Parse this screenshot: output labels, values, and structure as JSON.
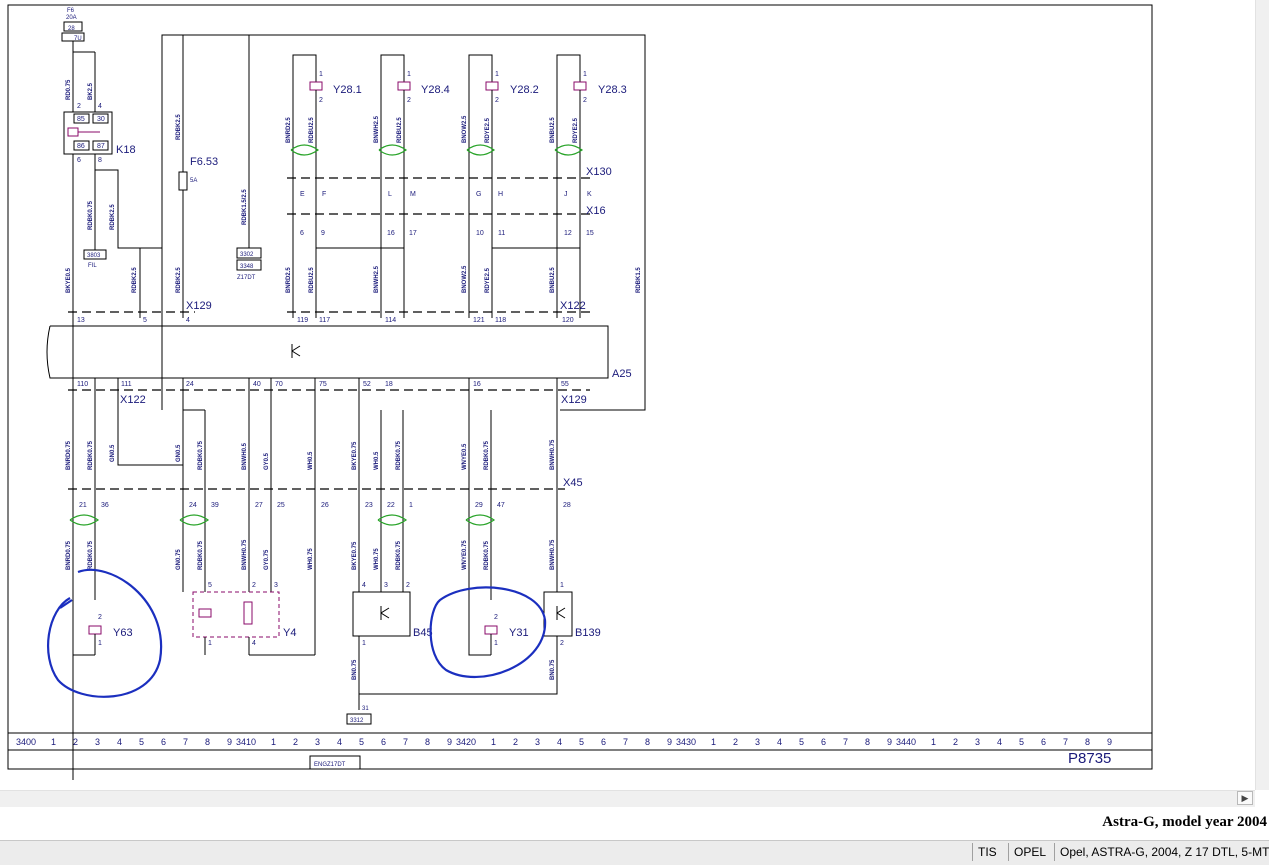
{
  "diagram": {
    "drawing_no": "P8735",
    "footer_ref": "ENGZ17DT",
    "fuse_top": {
      "name": "F6",
      "rating": "20A",
      "pin_a": "28",
      "pin_b": "7U"
    },
    "fuse_mid": {
      "name": "F6.53",
      "rating": "5A"
    },
    "relay": {
      "name": "K18",
      "pins": [
        "85",
        "30",
        "86",
        "87"
      ],
      "term_a": "2",
      "term_b": "4",
      "term_c": "6",
      "term_d": "8"
    },
    "ground_fil": {
      "code": "3803",
      "label": "FIL"
    },
    "ground_z": {
      "code_a": "3302",
      "code_b": "3348",
      "label": "Z17DT"
    },
    "ground_bottom": {
      "num": "31",
      "code": "3312"
    },
    "injectors": [
      "Y28.1",
      "Y28.4",
      "Y28.2",
      "Y28.3"
    ],
    "connectors": {
      "x130": "X130",
      "x16": "X16",
      "x129_top": "X129",
      "x122_top": "X122",
      "x122_bot": "X122",
      "x129_bot": "X129",
      "x45": "X45"
    },
    "ecu": "A25",
    "components": {
      "y63": "Y63",
      "y4": "Y4",
      "b45": "B45",
      "y31": "Y31",
      "b139": "B139"
    },
    "x130_pins": [
      "E",
      "F",
      "L",
      "M",
      "G",
      "H",
      "J",
      "K"
    ],
    "x16_pins": [
      "6",
      "9",
      "16",
      "17",
      "10",
      "11",
      "12",
      "15"
    ],
    "ecu_top_pins": [
      "13",
      "5",
      "4",
      "119",
      "117",
      "114",
      "121",
      "118",
      "120"
    ],
    "ecu_bottom_pins": [
      "110",
      "111",
      "24",
      "40",
      "70",
      "75",
      "52",
      "18",
      "16",
      "55"
    ],
    "x45_pins": [
      "21",
      "36",
      "24",
      "39",
      "27",
      "25",
      "26",
      "23",
      "22",
      "1",
      "29",
      "47",
      "28"
    ],
    "wire_codes": {
      "rd075": "RD0.75",
      "bk25": "BK2.5",
      "rdbk25": "RDBK2.5",
      "rdbk075": "RDBK0.75",
      "bkye05": "BKYE0.5",
      "rdbk15_25": "RDBK1.5/2.5",
      "bnrd25": "BNRD2.5",
      "rdbu25": "RDBU2.5",
      "bnwh25": "BNWH2.5",
      "bnow25": "BNOW2.5",
      "rdye25": "RDYE2.5",
      "bnbu25": "BNBU2.5",
      "rdbk15": "RDBK1.5",
      "bnrd075": "BNRD0.75",
      "gn05": "GN0.5",
      "gn075": "GN0.75",
      "bnwh05": "BNWH0.5",
      "bnwh075": "BNWH0.75",
      "gy05": "GY0.5",
      "gy075": "GY0.75",
      "wh05": "WH0.5",
      "wh075": "WH0.75",
      "bkye075": "BKYE0.75",
      "wnye05": "WNYE0.5",
      "wnye075": "WNYE0.75",
      "bn075": "BN0.75"
    },
    "grid_labels": [
      "3400",
      "3410",
      "3420",
      "3430",
      "3440"
    ],
    "grid_digits": [
      "1",
      "2",
      "3",
      "4",
      "5",
      "6",
      "7",
      "8",
      "9"
    ]
  },
  "caption": "Astra-G, model year 2004",
  "status": {
    "left": "TIS",
    "mid": "OPEL",
    "vehicle": "Opel, ASTRA-G, 2004, Z 17 DTL, 5-MT"
  },
  "colors": {
    "ink": "#1a1a7a",
    "wire": "#000000",
    "twist": "#27a327",
    "annotation": "#1b2fbf",
    "component": "#8a0a6a"
  }
}
